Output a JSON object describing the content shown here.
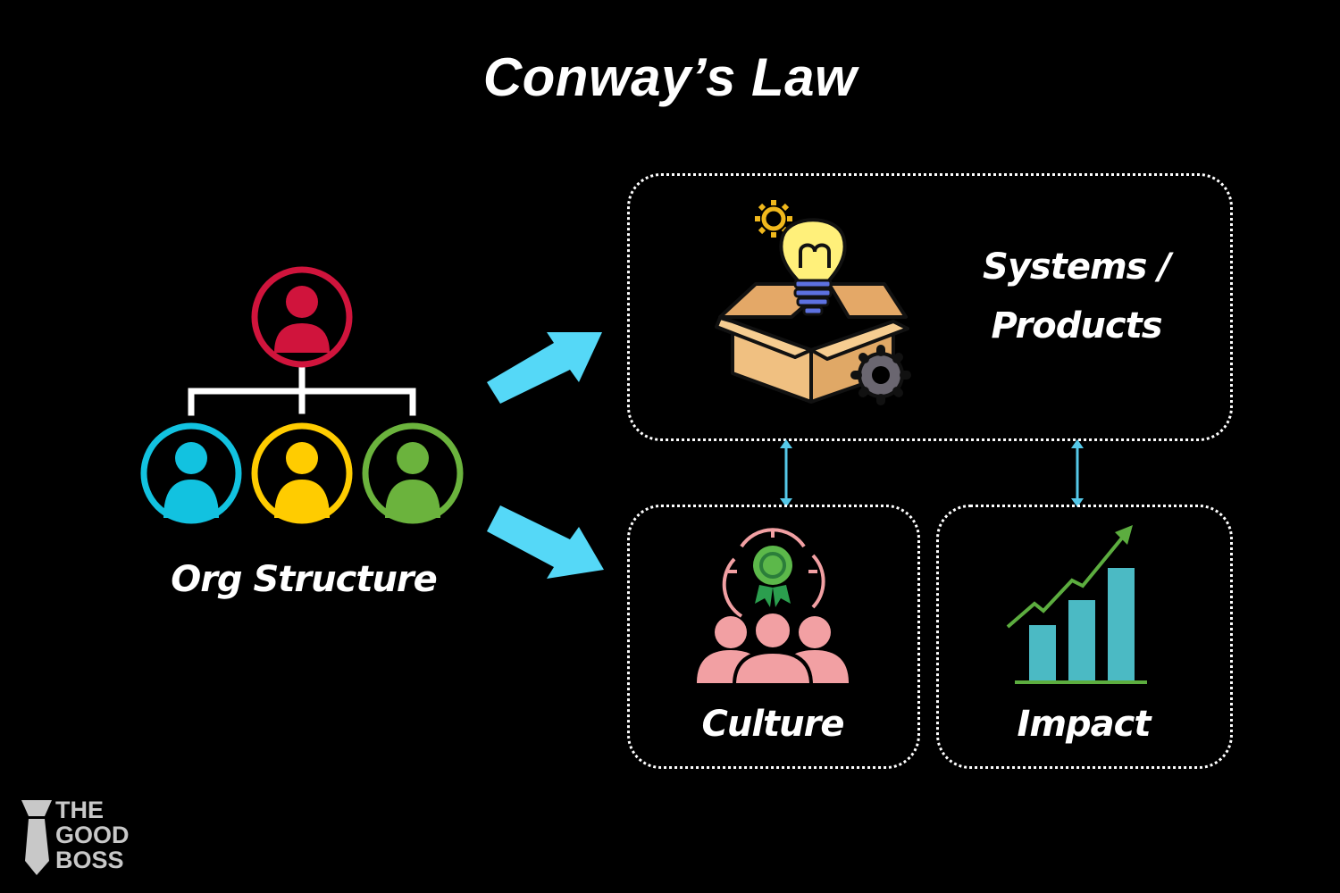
{
  "title": "Conway’s Law",
  "org_structure": {
    "label": "Org Structure",
    "colors": {
      "top": "#d0143c",
      "left": "#12c2e0",
      "middle": "#ffcc00",
      "right": "#6bb33d"
    }
  },
  "nodes": {
    "systems": {
      "label_line1": "Systems /",
      "label_line2": "Products"
    },
    "culture": {
      "label": "Culture"
    },
    "impact": {
      "label": "Impact"
    }
  },
  "colors": {
    "arrow": "#55d8f7",
    "connector": "#55c8e8",
    "bars": "#4bbac4",
    "trend": "#5cad3f",
    "people": "#f2a0a3"
  },
  "logo": {
    "line1": "THE",
    "line2": "GOOD",
    "line3": "BOSS"
  }
}
